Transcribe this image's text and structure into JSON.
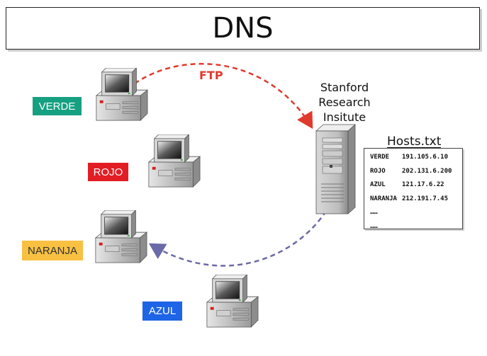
{
  "title": "DNS",
  "ftp_label": "FTP",
  "server": {
    "label_lines": [
      "Stanford",
      "Research",
      "Insitute"
    ]
  },
  "hosts_file": {
    "title": "Hosts.txt",
    "entries": [
      {
        "name": "VERDE",
        "ip": "191.105.6.10"
      },
      {
        "name": "ROJO",
        "ip": "202.131.6.200"
      },
      {
        "name": "AZUL",
        "ip": "121.17.6.22"
      },
      {
        "name": "NARANJA",
        "ip": "212.191.7.45"
      }
    ],
    "ellipsis": [
      "……",
      "……"
    ]
  },
  "computers": [
    {
      "label": "VERDE",
      "color": "#16a082"
    },
    {
      "label": "ROJO",
      "color": "#e31d24"
    },
    {
      "label": "NARANJA",
      "color": "#f9c041"
    },
    {
      "label": "AZUL",
      "color": "#1e64e6"
    }
  ],
  "colors": {
    "ftp_arrow": "#e0392d",
    "return_arrow": "#6a6aa8",
    "naranja_text": "#333333"
  }
}
